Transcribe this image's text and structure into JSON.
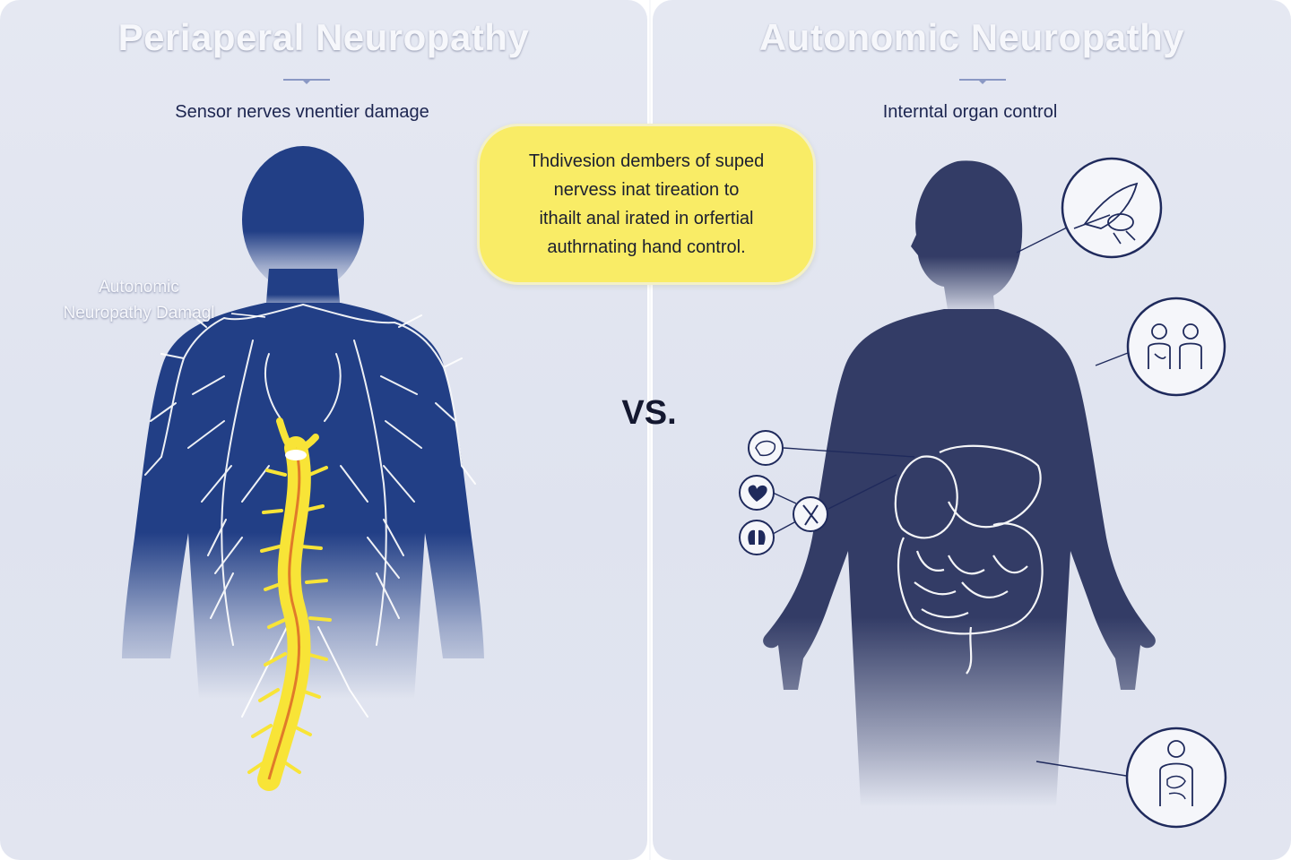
{
  "left_panel": {
    "title": "Periaperal Neuropathy",
    "subtitle": "Sensor nerves vnentier damage",
    "label_line1": "Autonomic",
    "label_line2": "Neuropathy Damagl"
  },
  "right_panel": {
    "title": "Autonomic Neuropathy",
    "subtitle": "Interntal organ control"
  },
  "callout": {
    "line1": "Thdivesion dembers of suped",
    "line2": "nervess inat tireation to",
    "line3": "ithailt anal irated in orfertial",
    "line4": "authrnating hand control."
  },
  "vs_label": "VS.",
  "colors": {
    "panel_bg": "#e2e5f0",
    "silhouette_left": "#223f86",
    "silhouette_right": "#333c66",
    "nerve_white": "#ffffff",
    "spine_yellow": "#f8e437",
    "spine_orange": "#e07a2a",
    "callout_bg": "#f9ec66",
    "title_text": "#f6f7fb",
    "subtitle_text": "#1c2550",
    "icon_stroke": "#1f2a5c"
  },
  "icons": [
    "eye-gland-icon",
    "two-people-icon",
    "body-organs-icon",
    "heart-icon",
    "pancreas-icon",
    "lungs-icon",
    "spine-cross-icon"
  ]
}
